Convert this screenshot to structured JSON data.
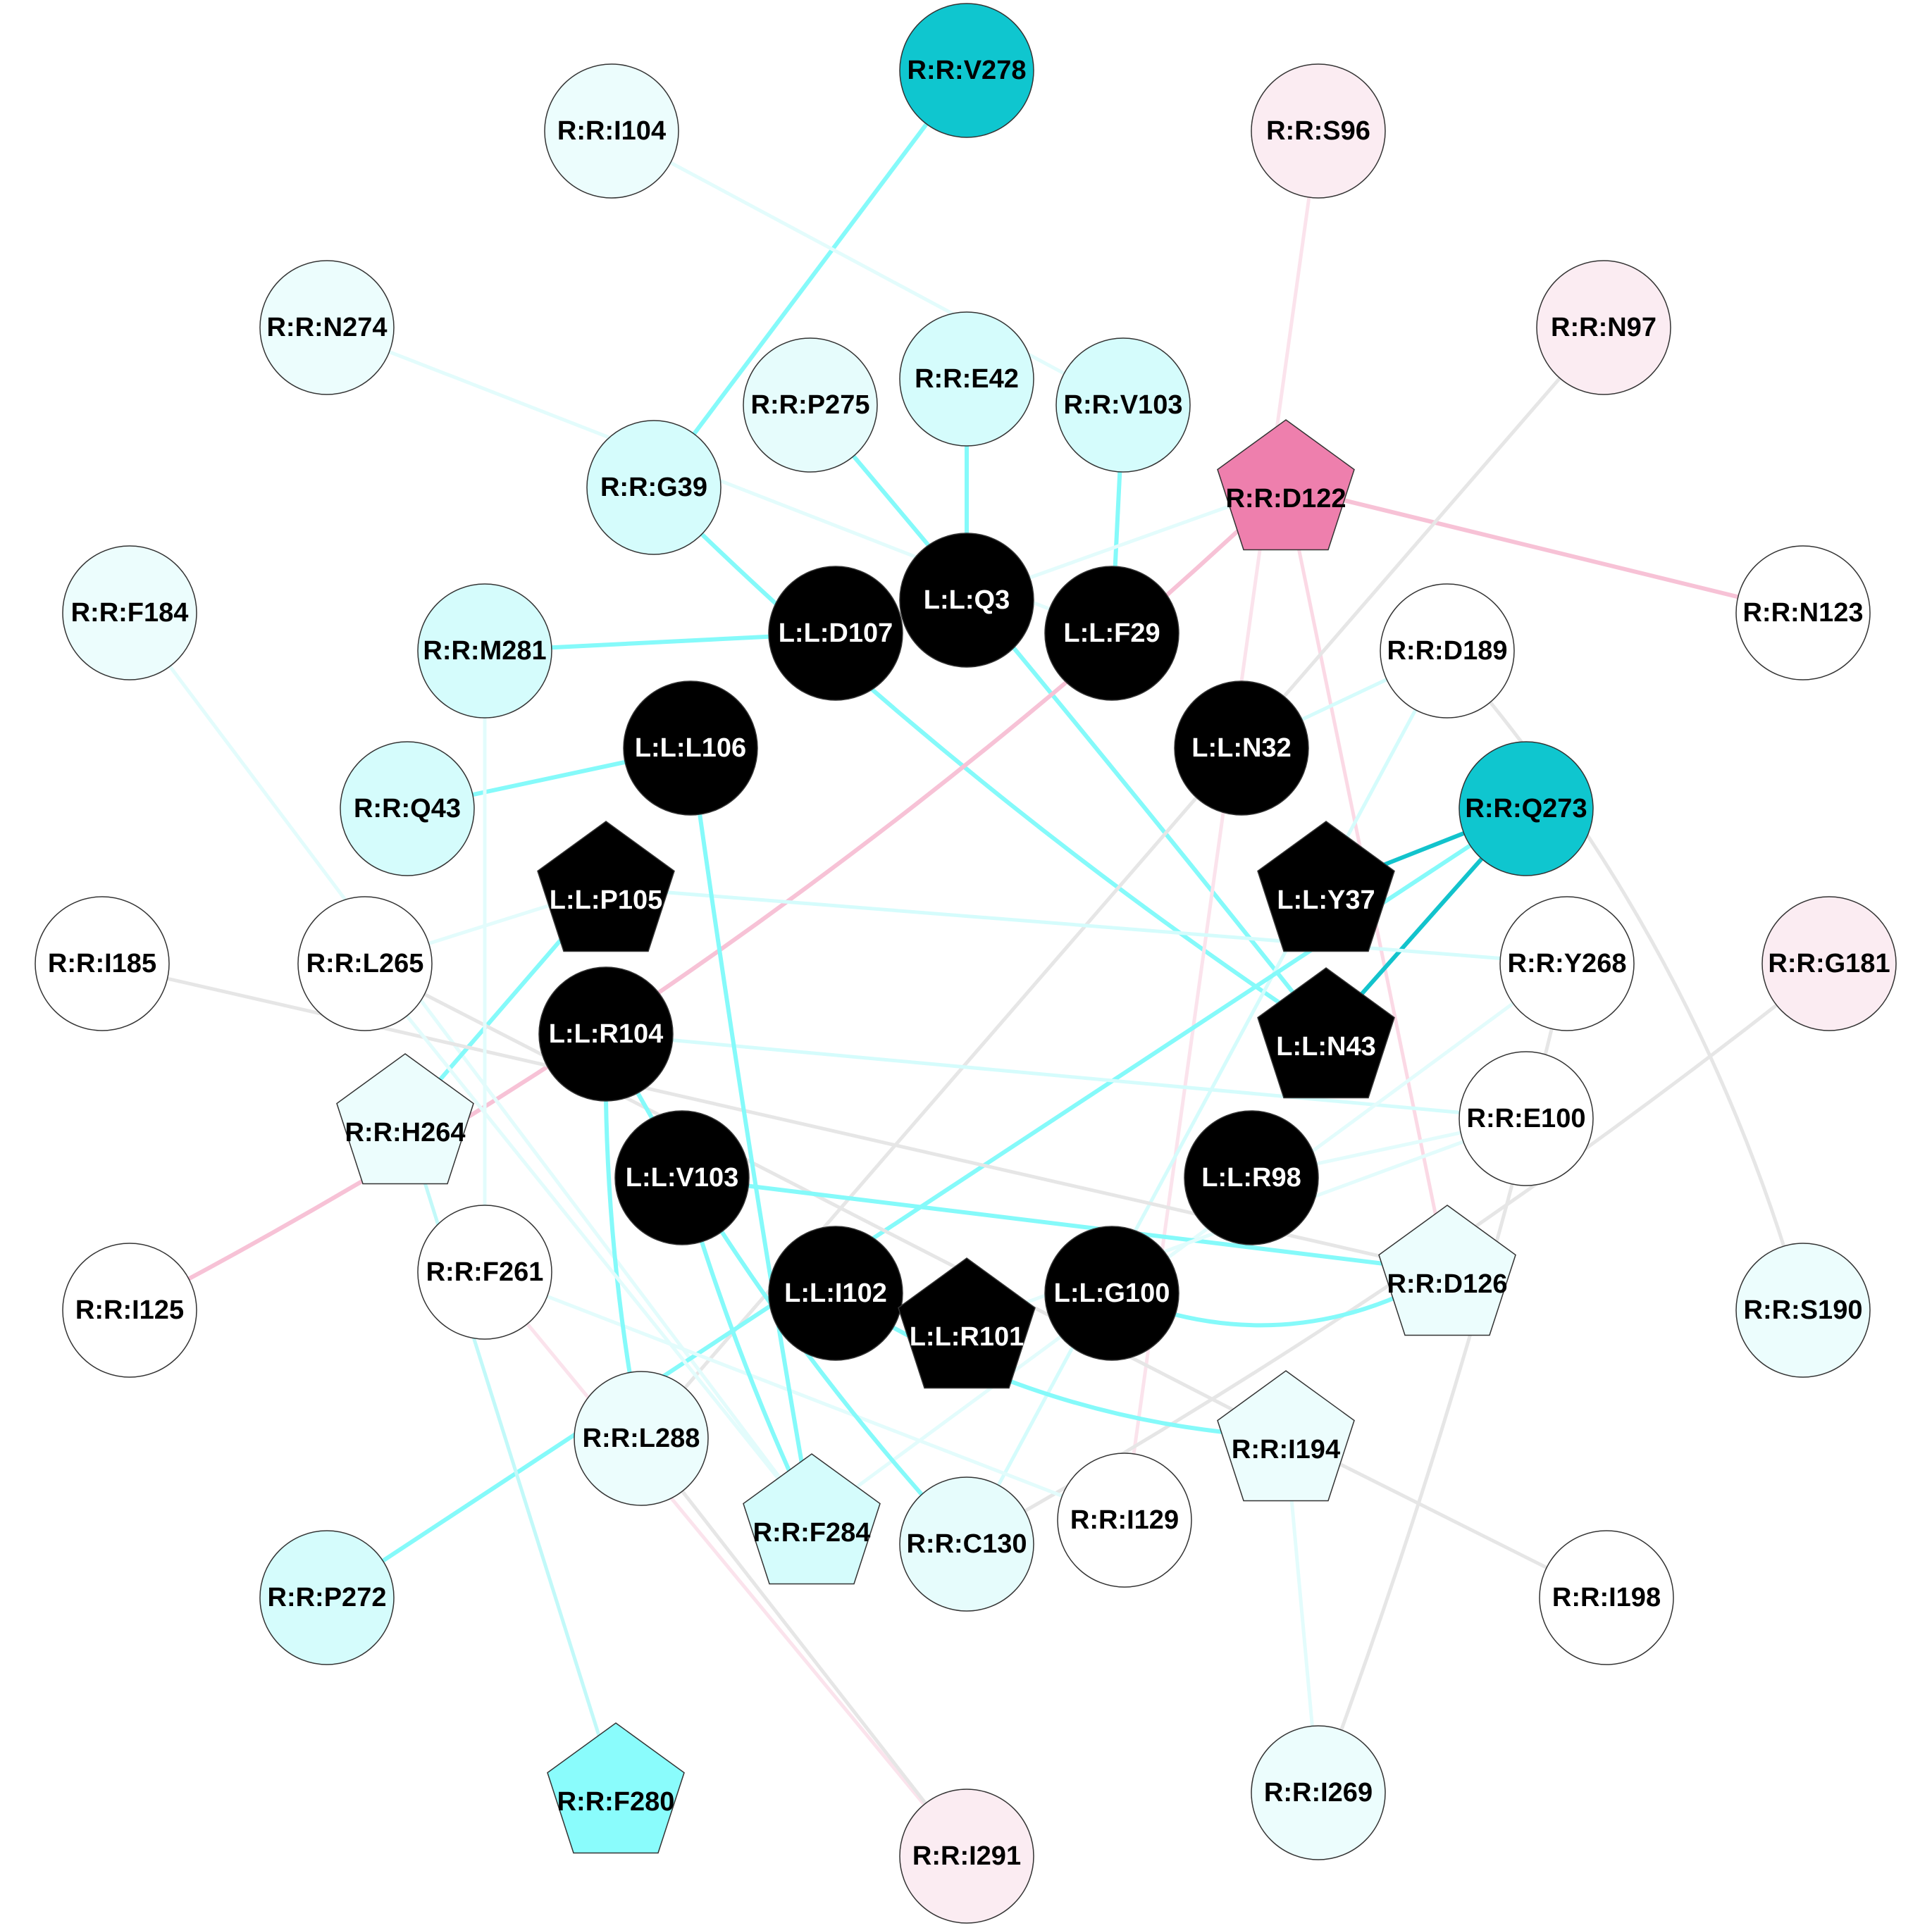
{
  "nodes": [
    {
      "id": "R:R:V278",
      "label": "R:R:V278",
      "shape": "circle",
      "fill": "#0fc6cf"
    },
    {
      "id": "R:R:I104",
      "label": "R:R:I104",
      "shape": "circle",
      "fill": "#ecfdfd"
    },
    {
      "id": "R:R:S96",
      "label": "R:R:S96",
      "shape": "circle",
      "fill": "#fbecf2"
    },
    {
      "id": "R:R:N274",
      "label": "R:R:N274",
      "shape": "circle",
      "fill": "#ecfdfd"
    },
    {
      "id": "R:R:N97",
      "label": "R:R:N97",
      "shape": "circle",
      "fill": "#fbecf2"
    },
    {
      "id": "R:R:P275",
      "label": "R:R:P275",
      "shape": "circle",
      "fill": "#e6fcfc"
    },
    {
      "id": "R:R:E42",
      "label": "R:R:E42",
      "shape": "circle",
      "fill": "#d5fcfc"
    },
    {
      "id": "R:R:V103",
      "label": "R:R:V103",
      "shape": "circle",
      "fill": "#d5fcfc"
    },
    {
      "id": "R:R:G39",
      "label": "R:R:G39",
      "shape": "circle",
      "fill": "#d5fcfc"
    },
    {
      "id": "R:R:D122",
      "label": "R:R:D122",
      "shape": "pentagon",
      "fill": "#ee7fad"
    },
    {
      "id": "R:R:F184",
      "label": "R:R:F184",
      "shape": "circle",
      "fill": "#ecfdfd"
    },
    {
      "id": "R:R:N123",
      "label": "R:R:N123",
      "shape": "circle",
      "fill": "#ffffff"
    },
    {
      "id": "L:L:Q3",
      "label": "L:L:Q3",
      "shape": "circle",
      "fill": "#000000"
    },
    {
      "id": "L:L:D107",
      "label": "L:L:D107",
      "shape": "circle",
      "fill": "#000000"
    },
    {
      "id": "L:L:F29",
      "label": "L:L:F29",
      "shape": "circle",
      "fill": "#000000"
    },
    {
      "id": "R:R:M281",
      "label": "R:R:M281",
      "shape": "circle",
      "fill": "#d5fcfc"
    },
    {
      "id": "R:R:D189",
      "label": "R:R:D189",
      "shape": "circle",
      "fill": "#ffffff"
    },
    {
      "id": "L:L:L106",
      "label": "L:L:L106",
      "shape": "circle",
      "fill": "#000000"
    },
    {
      "id": "L:L:N32",
      "label": "L:L:N32",
      "shape": "circle",
      "fill": "#000000"
    },
    {
      "id": "R:R:Q43",
      "label": "R:R:Q43",
      "shape": "circle",
      "fill": "#d5fcfc"
    },
    {
      "id": "R:R:Q273",
      "label": "R:R:Q273",
      "shape": "circle",
      "fill": "#0fc6cf"
    },
    {
      "id": "L:L:P105",
      "label": "L:L:P105",
      "shape": "pentagon",
      "fill": "#000000"
    },
    {
      "id": "L:L:Y37",
      "label": "L:L:Y37",
      "shape": "pentagon",
      "fill": "#000000"
    },
    {
      "id": "R:R:I185",
      "label": "R:R:I185",
      "shape": "circle",
      "fill": "#ffffff"
    },
    {
      "id": "R:R:L265",
      "label": "R:R:L265",
      "shape": "circle",
      "fill": "#ffffff"
    },
    {
      "id": "R:R:Y268",
      "label": "R:R:Y268",
      "shape": "circle",
      "fill": "#ffffff"
    },
    {
      "id": "R:R:G181",
      "label": "R:R:G181",
      "shape": "circle",
      "fill": "#fbecf2"
    },
    {
      "id": "L:L:R104",
      "label": "L:L:R104",
      "shape": "circle",
      "fill": "#000000"
    },
    {
      "id": "L:L:N43",
      "label": "L:L:N43",
      "shape": "pentagon",
      "fill": "#000000"
    },
    {
      "id": "R:R:H264",
      "label": "R:R:H264",
      "shape": "pentagon",
      "fill": "#ecfdfd"
    },
    {
      "id": "R:R:E100",
      "label": "R:R:E100",
      "shape": "circle",
      "fill": "#ffffff"
    },
    {
      "id": "L:L:V103",
      "label": "L:L:V103",
      "shape": "circle",
      "fill": "#000000"
    },
    {
      "id": "L:L:R98",
      "label": "L:L:R98",
      "shape": "circle",
      "fill": "#000000"
    },
    {
      "id": "R:R:F261",
      "label": "R:R:F261",
      "shape": "circle",
      "fill": "#ffffff"
    },
    {
      "id": "R:R:D126",
      "label": "R:R:D126",
      "shape": "pentagon",
      "fill": "#ecfdfd"
    },
    {
      "id": "R:R:I125",
      "label": "R:R:I125",
      "shape": "circle",
      "fill": "#ffffff"
    },
    {
      "id": "L:L:I102",
      "label": "L:L:I102",
      "shape": "circle",
      "fill": "#000000"
    },
    {
      "id": "L:L:R101",
      "label": "L:L:R101",
      "shape": "pentagon",
      "fill": "#000000"
    },
    {
      "id": "L:L:G100",
      "label": "L:L:G100",
      "shape": "circle",
      "fill": "#000000"
    },
    {
      "id": "R:R:S190",
      "label": "R:R:S190",
      "shape": "circle",
      "fill": "#ecfdfd"
    },
    {
      "id": "R:R:I194",
      "label": "R:R:I194",
      "shape": "pentagon",
      "fill": "#ecfdfd"
    },
    {
      "id": "R:R:L288",
      "label": "R:R:L288",
      "shape": "circle",
      "fill": "#ecfdfd"
    },
    {
      "id": "R:R:F284",
      "label": "R:R:F284",
      "shape": "pentagon",
      "fill": "#d5fcfc"
    },
    {
      "id": "R:R:C130",
      "label": "R:R:C130",
      "shape": "circle",
      "fill": "#e6fcfc"
    },
    {
      "id": "R:R:I129",
      "label": "R:R:I129",
      "shape": "circle",
      "fill": "#ffffff"
    },
    {
      "id": "R:R:P272",
      "label": "R:R:P272",
      "shape": "circle",
      "fill": "#d5fcfc"
    },
    {
      "id": "R:R:I198",
      "label": "R:R:I198",
      "shape": "circle",
      "fill": "#ffffff"
    },
    {
      "id": "R:R:F280",
      "label": "R:R:F280",
      "shape": "pentagon",
      "fill": "#8afcfc"
    },
    {
      "id": "R:R:I269",
      "label": "R:R:I269",
      "shape": "circle",
      "fill": "#ecfdfd"
    },
    {
      "id": "R:R:I291",
      "label": "R:R:I291",
      "shape": "circle",
      "fill": "#fbecf2"
    }
  ],
  "edges": [
    {
      "source": "R:R:V278",
      "target": "R:R:G39",
      "color": "#85fafa"
    },
    {
      "source": "R:R:G39",
      "target": "L:L:N43",
      "color": "#85fafa"
    },
    {
      "source": "R:R:I104",
      "target": "R:R:V103",
      "color": "#e3fcfc"
    },
    {
      "source": "R:R:N274",
      "target": "L:L:F29",
      "color": "#e3fcfc"
    },
    {
      "source": "R:R:E42",
      "target": "L:L:Q3",
      "color": "#85fafa"
    },
    {
      "source": "R:R:V103",
      "target": "L:L:F29",
      "color": "#85fafa"
    },
    {
      "source": "R:R:P275",
      "target": "L:L:N43",
      "color": "#85fafa"
    },
    {
      "source": "R:R:M281",
      "target": "L:L:D107",
      "color": "#85fafa"
    },
    {
      "source": "R:R:Q43",
      "target": "L:L:L106",
      "color": "#85fafa"
    },
    {
      "source": "R:R:D122",
      "target": "R:R:N123",
      "color": "#f7c2d6"
    },
    {
      "source": "R:R:D122",
      "target": "R:R:I125",
      "color": "#f7c2d6"
    },
    {
      "source": "R:R:D122",
      "target": "R:R:D126",
      "color": "#fbd9e5"
    },
    {
      "source": "R:R:D122",
      "target": "L:L:Q3",
      "color": "#e3fcfc"
    },
    {
      "source": "R:R:S96",
      "target": "R:R:I129",
      "color": "#fbe3ec"
    },
    {
      "source": "R:R:N97",
      "target": "R:R:L288",
      "color": "#e6e6e6"
    },
    {
      "source": "R:R:F184",
      "target": "R:R:F284",
      "color": "#e3fcfc"
    },
    {
      "source": "R:R:D189",
      "target": "R:R:S190",
      "color": "#e6e6e6"
    },
    {
      "source": "R:R:D189",
      "target": "L:L:N32",
      "color": "#d5fcfc"
    },
    {
      "source": "R:R:D189",
      "target": "R:R:C130",
      "color": "#d5fcfc"
    },
    {
      "source": "R:R:Q273",
      "target": "L:L:Y37",
      "color": "#12c3cc"
    },
    {
      "source": "R:R:Q273",
      "target": "L:L:N43",
      "color": "#12c3cc"
    },
    {
      "source": "R:R:Q273",
      "target": "R:R:P272",
      "color": "#85fafa"
    },
    {
      "source": "L:L:P105",
      "target": "R:R:H264",
      "color": "#85fafa"
    },
    {
      "source": "L:L:P105",
      "target": "R:R:Y268",
      "color": "#d5fcfc"
    },
    {
      "source": "L:L:P105",
      "target": "R:R:L265",
      "color": "#e3fcfc"
    },
    {
      "source": "R:R:I185",
      "target": "R:R:D126",
      "color": "#e6e6e6"
    },
    {
      "source": "R:R:L265",
      "target": "R:R:I194",
      "color": "#e6e6e6"
    },
    {
      "source": "R:R:G181",
      "target": "R:R:C130",
      "color": "#e6e6e6"
    },
    {
      "source": "L:L:R104",
      "target": "R:R:E100",
      "color": "#d5fcfc"
    },
    {
      "source": "R:R:H264",
      "target": "R:R:F280",
      "color": "#c2f9f9"
    },
    {
      "source": "R:R:Y268",
      "target": "R:R:F284",
      "color": "#e3fcfc"
    },
    {
      "source": "R:R:Y268",
      "target": "R:R:I269",
      "color": "#e6e6e6"
    },
    {
      "source": "L:L:V103",
      "target": "R:R:D126",
      "color": "#85fafa"
    },
    {
      "source": "R:R:E100",
      "target": "L:L:R101",
      "color": "#e3fcfc"
    },
    {
      "source": "L:L:R98",
      "target": "R:R:E100",
      "color": "#e3fcfc"
    },
    {
      "source": "R:R:F261",
      "target": "R:R:I291",
      "color": "#fbe3ec"
    },
    {
      "source": "R:R:F261",
      "target": "R:R:I129",
      "color": "#e3fcfc"
    },
    {
      "source": "R:R:F261",
      "target": "R:R:M281",
      "color": "#e3fcfc"
    },
    {
      "source": "L:L:G100",
      "target": "R:R:D126",
      "color": "#85fafa"
    },
    {
      "source": "L:L:I102",
      "target": "R:R:I194",
      "color": "#85fafa"
    },
    {
      "source": "R:R:I194",
      "target": "R:R:I198",
      "color": "#e6e6e6"
    },
    {
      "source": "R:R:I194",
      "target": "R:R:I269",
      "color": "#e3fcfc"
    },
    {
      "source": "L:L:L106",
      "target": "R:R:F284",
      "color": "#85fafa"
    },
    {
      "source": "L:L:R104",
      "target": "R:R:L288",
      "color": "#85fafa"
    },
    {
      "source": "L:L:R104",
      "target": "R:R:C130",
      "color": "#85fafa"
    },
    {
      "source": "L:L:V103",
      "target": "R:R:F284",
      "color": "#85fafa"
    },
    {
      "source": "R:R:L288",
      "target": "R:R:I291",
      "color": "#e6e6e6"
    },
    {
      "source": "R:R:L265",
      "target": "R:R:F284",
      "color": "#e3fcfc"
    }
  ]
}
